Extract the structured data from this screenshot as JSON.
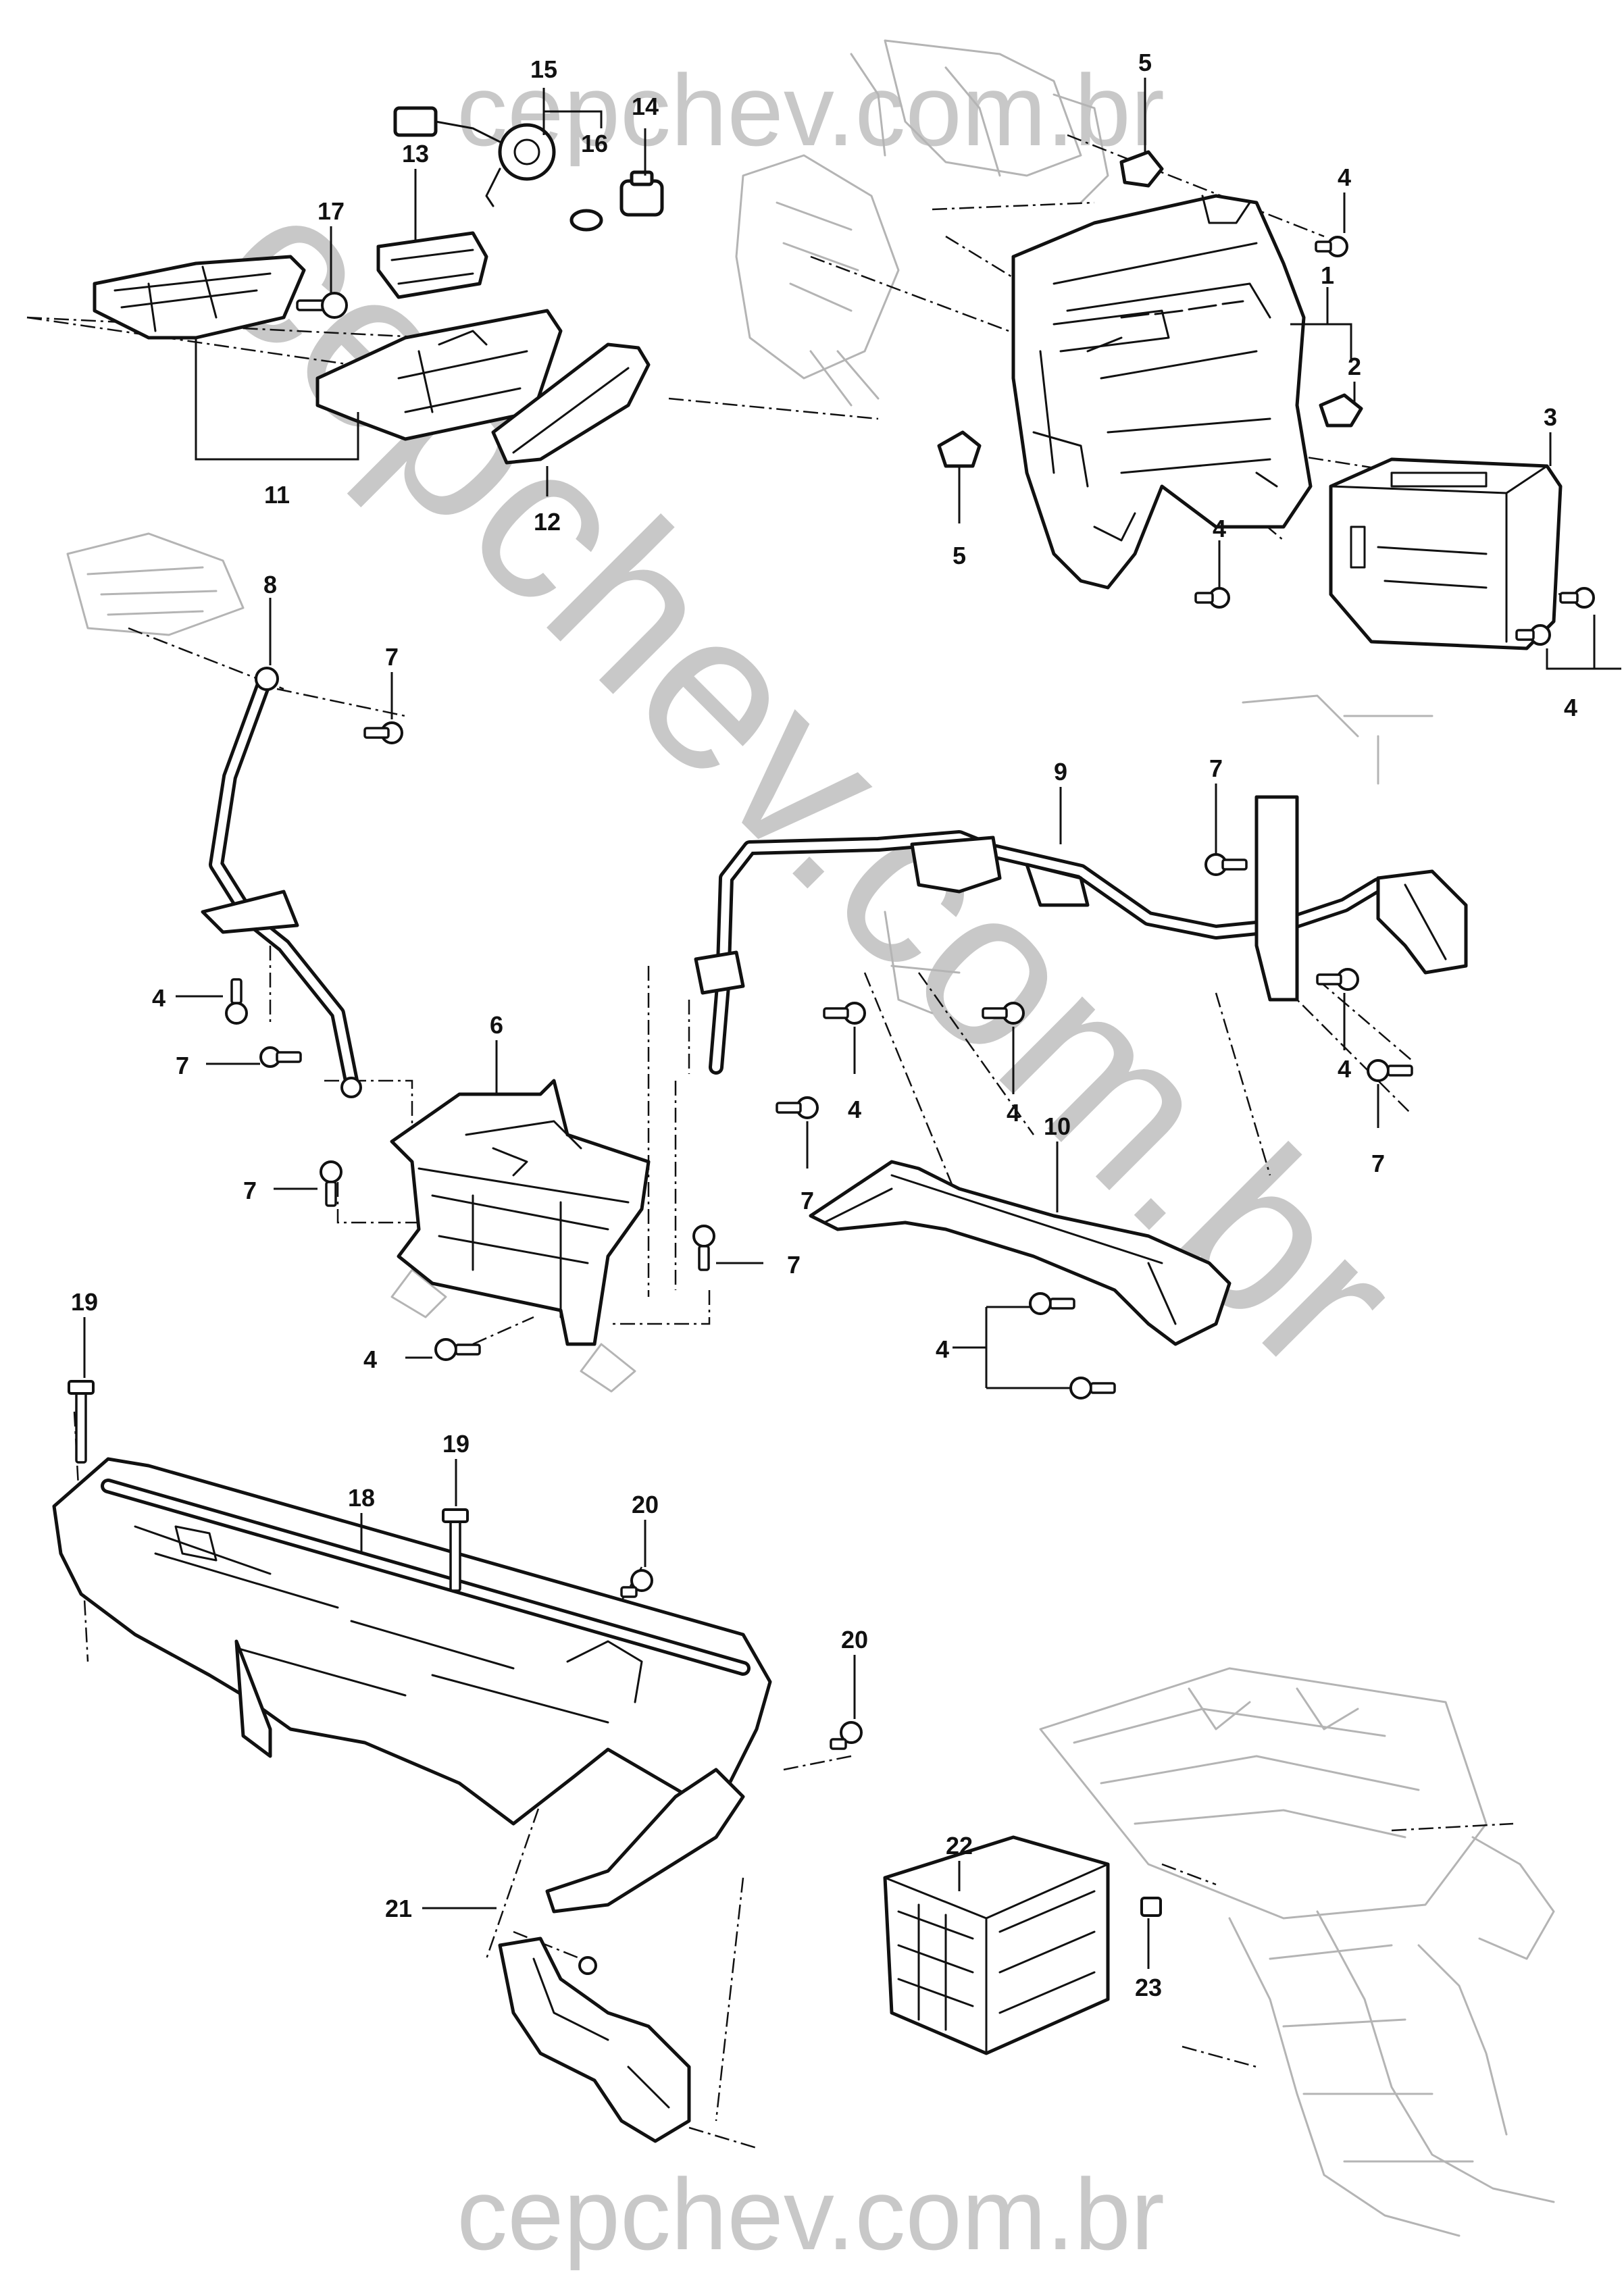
{
  "watermark": {
    "text": "cepchev.com.br",
    "color": "#c8c8c8"
  },
  "callouts": [
    {
      "id": "c15",
      "label": "15"
    },
    {
      "id": "c14",
      "label": "14"
    },
    {
      "id": "c16",
      "label": "16"
    },
    {
      "id": "c13",
      "label": "13"
    },
    {
      "id": "c17",
      "label": "17"
    },
    {
      "id": "c11",
      "label": "11"
    },
    {
      "id": "c12",
      "label": "12"
    },
    {
      "id": "c5a",
      "label": "5"
    },
    {
      "id": "c4a",
      "label": "4"
    },
    {
      "id": "c1",
      "label": "1"
    },
    {
      "id": "c2",
      "label": "2"
    },
    {
      "id": "c3",
      "label": "3"
    },
    {
      "id": "c5b",
      "label": "5"
    },
    {
      "id": "c4b",
      "label": "4"
    },
    {
      "id": "c4c",
      "label": "4"
    },
    {
      "id": "c8",
      "label": "8"
    },
    {
      "id": "c7a",
      "label": "7"
    },
    {
      "id": "c9",
      "label": "9"
    },
    {
      "id": "c7b",
      "label": "7"
    },
    {
      "id": "c4d",
      "label": "4"
    },
    {
      "id": "c7c",
      "label": "7"
    },
    {
      "id": "c6",
      "label": "6"
    },
    {
      "id": "c4e",
      "label": "4"
    },
    {
      "id": "c4f",
      "label": "4"
    },
    {
      "id": "c4g",
      "label": "4"
    },
    {
      "id": "c10",
      "label": "10"
    },
    {
      "id": "c7d",
      "label": "7"
    },
    {
      "id": "c7e",
      "label": "7"
    },
    {
      "id": "c7f",
      "label": "7"
    },
    {
      "id": "c7g",
      "label": "7"
    },
    {
      "id": "c4h",
      "label": "4"
    },
    {
      "id": "c4i",
      "label": "4"
    },
    {
      "id": "c19a",
      "label": "19"
    },
    {
      "id": "c19b",
      "label": "19"
    },
    {
      "id": "c18",
      "label": "18"
    },
    {
      "id": "c20a",
      "label": "20"
    },
    {
      "id": "c20b",
      "label": "20"
    },
    {
      "id": "c22",
      "label": "22"
    },
    {
      "id": "c23",
      "label": "23"
    },
    {
      "id": "c21",
      "label": "21"
    }
  ]
}
